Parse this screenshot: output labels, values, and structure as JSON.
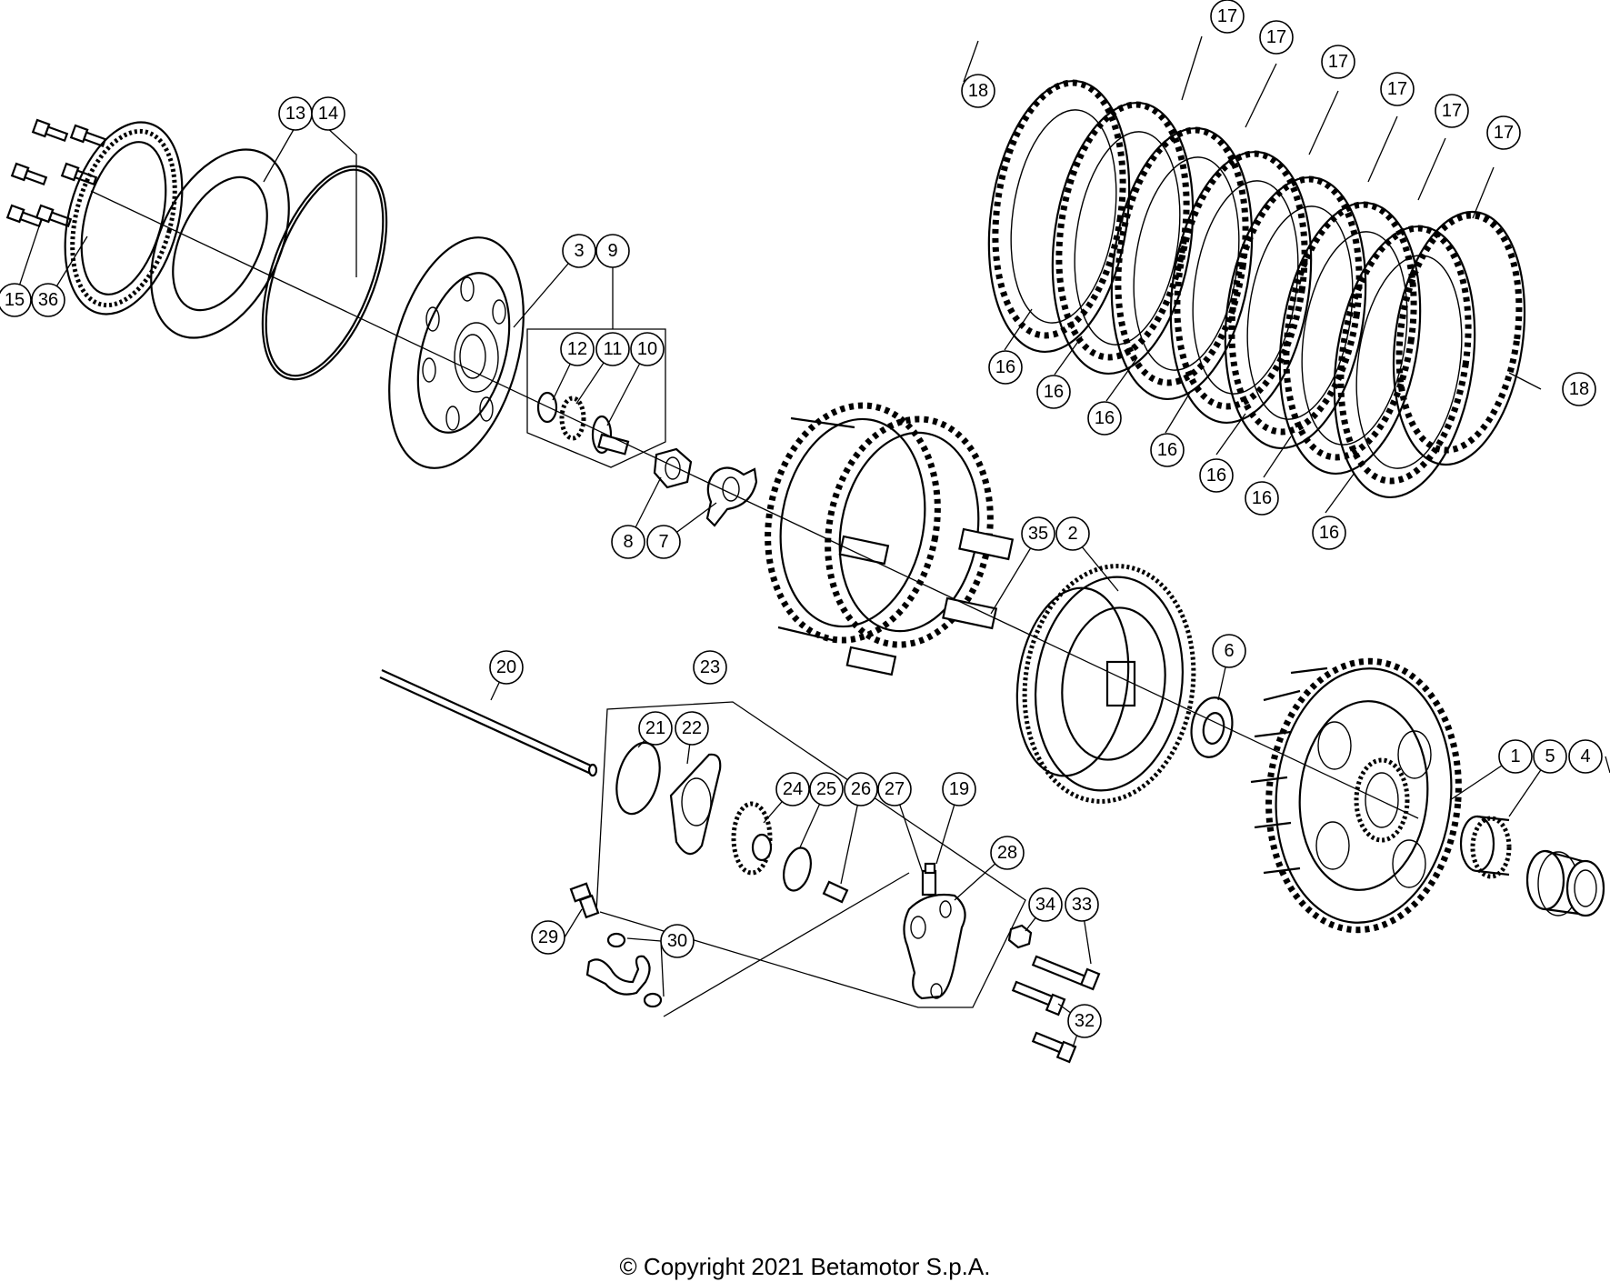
{
  "copyright": "© Copyright 2021 Betamotor S.p.A.",
  "callouts": [
    "1",
    "2",
    "3",
    "4",
    "5",
    "6",
    "7",
    "8",
    "9",
    "10",
    "11",
    "12",
    "13",
    "14",
    "15",
    "16",
    "17",
    "18",
    "19",
    "20",
    "21",
    "22",
    "23",
    "24",
    "25",
    "26",
    "27",
    "28",
    "29",
    "30",
    "32",
    "33",
    "34",
    "35",
    "36"
  ]
}
